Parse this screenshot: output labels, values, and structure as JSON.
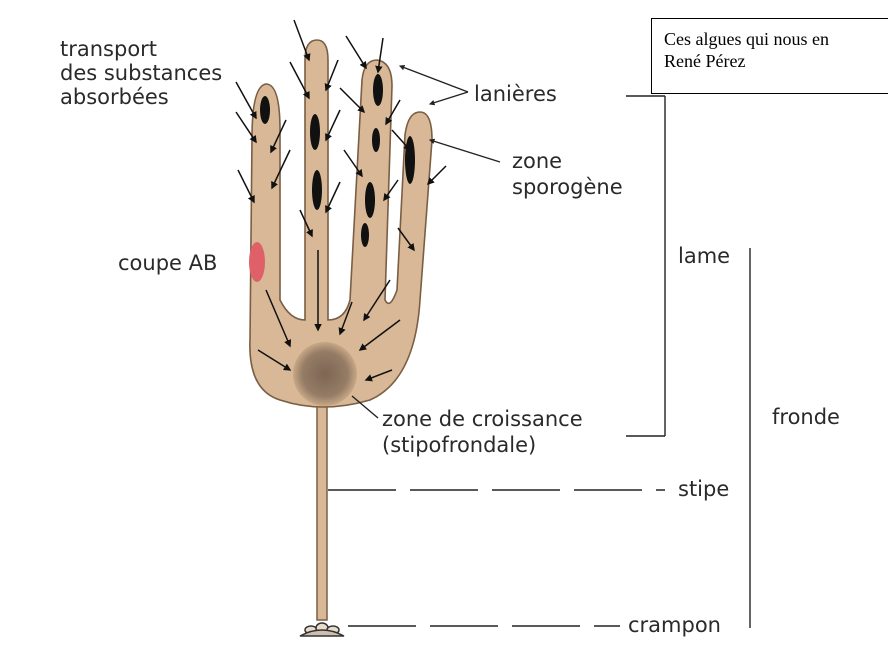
{
  "caption": {
    "line1": "Ces algues qui nous en",
    "line2": "René Pérez"
  },
  "labels": {
    "transport_1": "transport",
    "transport_2": "des substances",
    "transport_3": "absorbées",
    "lanieres": "lanières",
    "zone_sporogene_1": "zone",
    "zone_sporogene_2": "sporogène",
    "coupe_ab": "coupe AB",
    "lame": "lame",
    "zone_croissance_1": "zone de croissance",
    "zone_croissance_2": "(stipofrondale)",
    "fronde": "fronde",
    "stipe": "stipe",
    "crampon": "crampon"
  },
  "colors": {
    "algae_fill": "#d8b896",
    "algae_outline": "#7a5e44",
    "growth_zone": "#8c7460",
    "coupe_ab_highlight": "#e0606a",
    "sporogenous_spots": "#111111"
  }
}
